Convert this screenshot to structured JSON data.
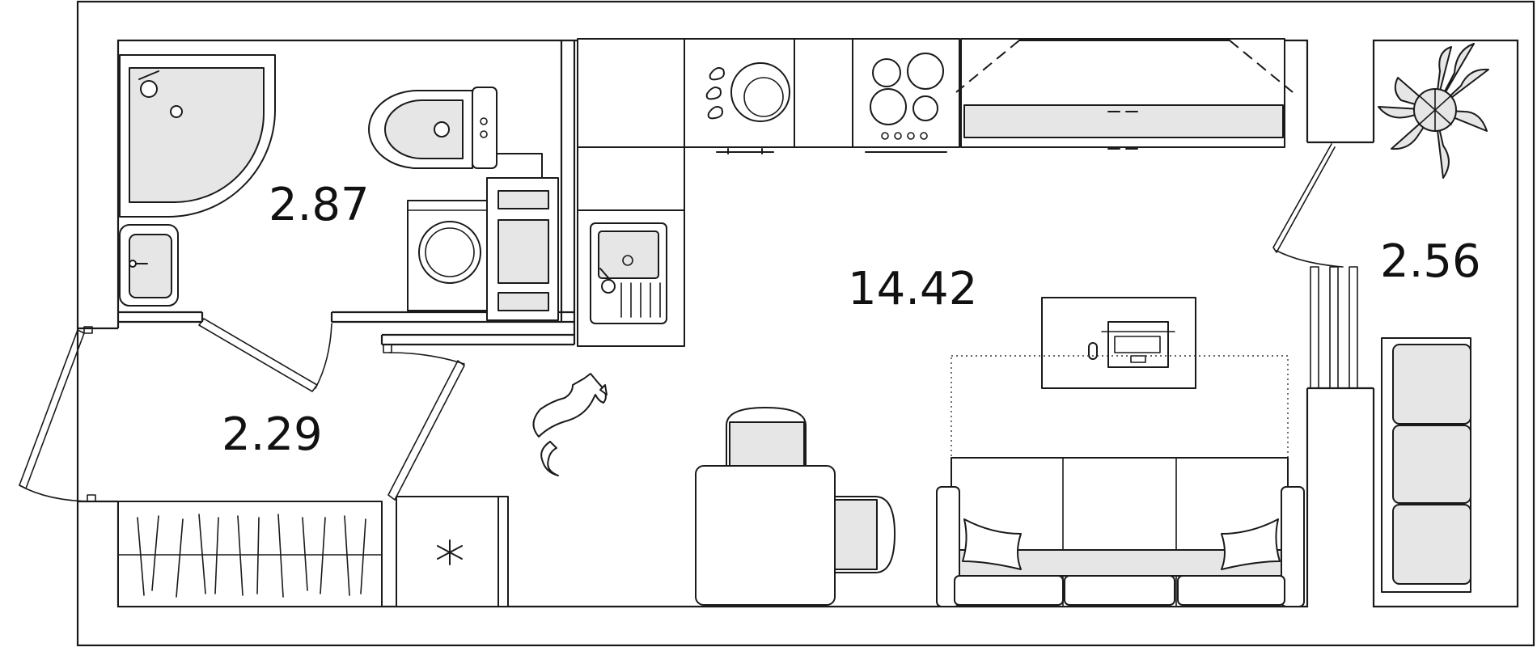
{
  "plan": {
    "rooms": [
      {
        "id": "bathroom",
        "area": "2.87"
      },
      {
        "id": "living-room",
        "area": "14.42"
      },
      {
        "id": "hallway",
        "area": "2.29"
      },
      {
        "id": "balcony",
        "area": "2.56"
      }
    ]
  },
  "icons": {
    "fridge": "snowflake-icon",
    "laptop": "laptop-icon",
    "pet": "cat-icon",
    "plant": "plant-icon"
  },
  "colors": {
    "wall": "#1a1a1a",
    "furniture_fill": "#e6e6e6",
    "background": "#ffffff"
  }
}
